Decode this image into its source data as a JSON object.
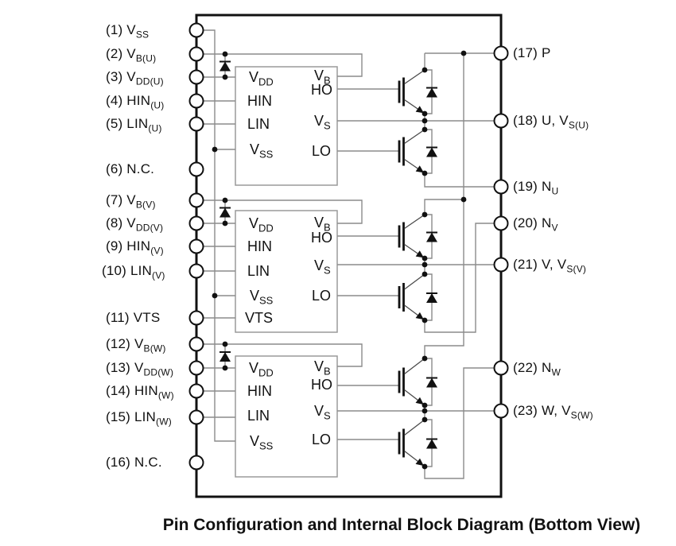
{
  "title": "Pin Configuration and Internal Block Diagram (Bottom View)",
  "colors": {
    "wire": "#8c8c8c",
    "ink": "#111111"
  },
  "pins_left": [
    {
      "pre": "(1) V",
      "sub": "SS"
    },
    {
      "pre": "(2) V",
      "sub": "B(U)"
    },
    {
      "pre": "(3) V",
      "sub": "DD(U)"
    },
    {
      "pre": "(4) HIN",
      "sub": "(U)"
    },
    {
      "pre": "(5) LIN",
      "sub": "(U)"
    },
    {
      "pre": "(6) N.C.",
      "sub": ""
    },
    {
      "pre": "(7) V",
      "sub": "B(V)"
    },
    {
      "pre": "(8) V",
      "sub": "DD(V)"
    },
    {
      "pre": "(9) HIN",
      "sub": "(V)"
    },
    {
      "pre": "(10) LIN",
      "sub": "(V)"
    },
    {
      "pre": "(11) VTS",
      "sub": ""
    },
    {
      "pre": "(12) V",
      "sub": "B(W)"
    },
    {
      "pre": "(13) V",
      "sub": "DD(W)"
    },
    {
      "pre": "(14) HIN",
      "sub": "(W)"
    },
    {
      "pre": "(15) LIN",
      "sub": "(W)"
    },
    {
      "pre": "(16) N.C.",
      "sub": ""
    }
  ],
  "pins_right": [
    {
      "pre": "(17) P",
      "sub": ""
    },
    {
      "pre": "(18) U, V",
      "sub": "S(U)"
    },
    {
      "pre": "(19) N",
      "sub": "U"
    },
    {
      "pre": "(20) N",
      "sub": "V"
    },
    {
      "pre": "(21) V, V",
      "sub": "S(V)"
    },
    {
      "pre": "(22) N",
      "sub": "W"
    },
    {
      "pre": "(23) W, V",
      "sub": "S(W)"
    }
  ],
  "block_labels": {
    "vdd_pre": "V",
    "vdd_sub": "DD",
    "hin": "HIN",
    "lin": "LIN",
    "vss_pre": "V",
    "vss_sub": "SS",
    "vts": "VTS",
    "vb_pre": "V",
    "vb_sub": "B",
    "ho": "HO",
    "vs_pre": "V",
    "vs_sub": "S",
    "lo": "LO"
  }
}
